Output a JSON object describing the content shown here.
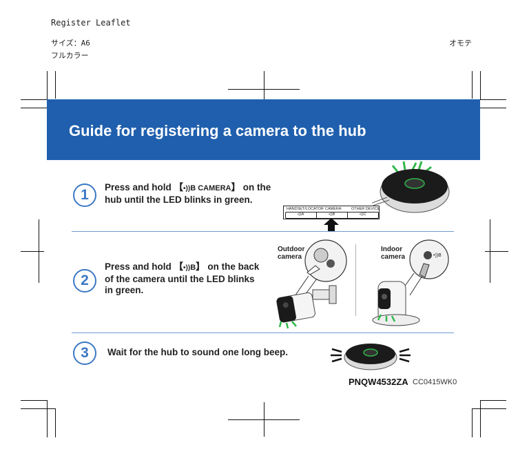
{
  "header": {
    "doc_name": "Register Leaflet",
    "size_label": "サイズ：A6",
    "color_label": "フルカラー",
    "side_label": "オモテ"
  },
  "banner": {
    "title": "Guide for registering a camera to the hub"
  },
  "steps": [
    {
      "number": "1",
      "line1_pre": "Press and hold ",
      "line1_key": "B CAMERA",
      "line1_post": " on the",
      "line2": "hub until the LED blinks in green."
    },
    {
      "number": "2",
      "line1_pre": "Press and hold ",
      "line1_key": "B",
      "line1_post": " on the back",
      "line2": "of the camera until the LED blinks",
      "line3": "in green."
    },
    {
      "number": "3",
      "text": "Wait for the hub to sound one long beep."
    }
  ],
  "hub_panel": {
    "labels": [
      "HANDSET/LOCATOR",
      "CAMERA",
      "OTHER DEVICE"
    ],
    "keys": [
      "A",
      "B",
      "C"
    ]
  },
  "camera_labels": {
    "outdoor": [
      "Outdoor",
      "camera"
    ],
    "indoor": [
      "Indoor",
      "camera"
    ]
  },
  "footer": {
    "part_number": "PNQW4532ZA",
    "code": "CC0415WK0"
  },
  "colors": {
    "banner": "#1f5fad",
    "accent": "#3b78c4",
    "led": "#2fb84a"
  }
}
